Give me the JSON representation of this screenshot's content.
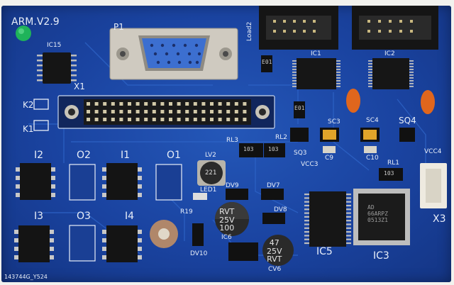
{
  "board": {
    "version_label": "ARM.V2.9",
    "serial_label": "143744G_Y524",
    "colors": {
      "board": "#1d47a6",
      "silk": "#e8eef8",
      "led": "#1fb35a",
      "vga_blue": "#3c6fd0",
      "metal": "#c8c4b8",
      "tantalum": "#e0a52a",
      "ceramic": "#e0661d"
    }
  },
  "labels": {
    "p1": "P1",
    "ic15": "IC15",
    "x1": "X1",
    "k2": "K2",
    "k1": "K1",
    "i2": "I2",
    "o2": "O2",
    "i1": "I1",
    "o1": "O1",
    "i3": "I3",
    "o3": "O3",
    "i4": "I4",
    "lv2": "LV2",
    "led1": "LED1",
    "dv9": "DV9",
    "dv7": "DV7",
    "dv8": "DV8",
    "r19": "R19",
    "dv10": "DV10",
    "ic6": "IC6",
    "cv6": "CV6",
    "rl3": "RL3",
    "rl2": "RL2",
    "sq3": "SQ3",
    "vcc3": "VCC3",
    "sc3": "SC3",
    "sc4": "SC4",
    "sq4": "SQ4",
    "vcc4": "VCC4",
    "c9": "C9",
    "c10": "C10",
    "ic1": "IC1",
    "ic2": "IC2",
    "load2": "Load2",
    "rl1": "RL1",
    "x3": "X3",
    "ic5": "IC5",
    "ic3": "IC3",
    "cap_lv2": "221",
    "cap1": "RVT\n25V\n100",
    "cap2": "47\n25V\nRVT",
    "res1": "103",
    "res2": "103",
    "res3": "103",
    "res_e01a": "E01",
    "res_e01b": "E01",
    "plcc_text": "AD\n66ARPZ\n0513Z1"
  }
}
